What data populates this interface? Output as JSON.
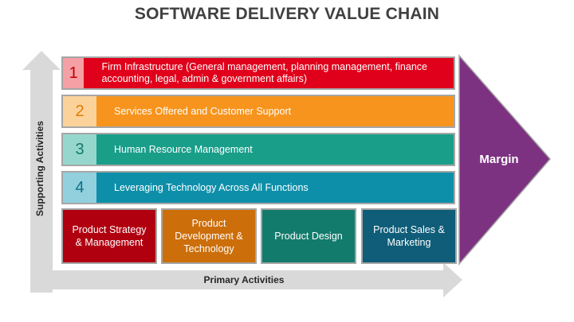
{
  "title": "SOFTWARE DELIVERY VALUE CHAIN",
  "axes": {
    "supporting_label": "Supporting Activities",
    "primary_label": "Primary Activities"
  },
  "support_rows": [
    {
      "num": "1",
      "text": "Firm Infrastructure (General management, planning management, finance accounting, legal, admin & government affairs)",
      "color": "#e0001b",
      "num_bg": "#f4a0a4",
      "num_color": "#c00000"
    },
    {
      "num": "2",
      "text": "Services Offered and Customer Support",
      "color": "#f7941d",
      "num_bg": "#fcd29b",
      "num_color": "#e07b00"
    },
    {
      "num": "3",
      "text": "Human Resource Management",
      "color": "#199e8a",
      "num_bg": "#96d7cd",
      "num_color": "#127a6b"
    },
    {
      "num": "4",
      "text": "Leveraging Technology Across All Functions",
      "color": "#0e8fa9",
      "num_bg": "#92d0de",
      "num_color": "#0c7188"
    }
  ],
  "primary": [
    {
      "text": "Product Strategy & Management",
      "color": "#b00010"
    },
    {
      "text": "Product Development & Technology",
      "color": "#cc6e0a"
    },
    {
      "text": "Product Design",
      "color": "#137b6c"
    },
    {
      "text": "Product Sales & Marketing",
      "color": "#0f5d78"
    }
  ],
  "margin": {
    "label": "Margin",
    "color": "#7d3281"
  }
}
